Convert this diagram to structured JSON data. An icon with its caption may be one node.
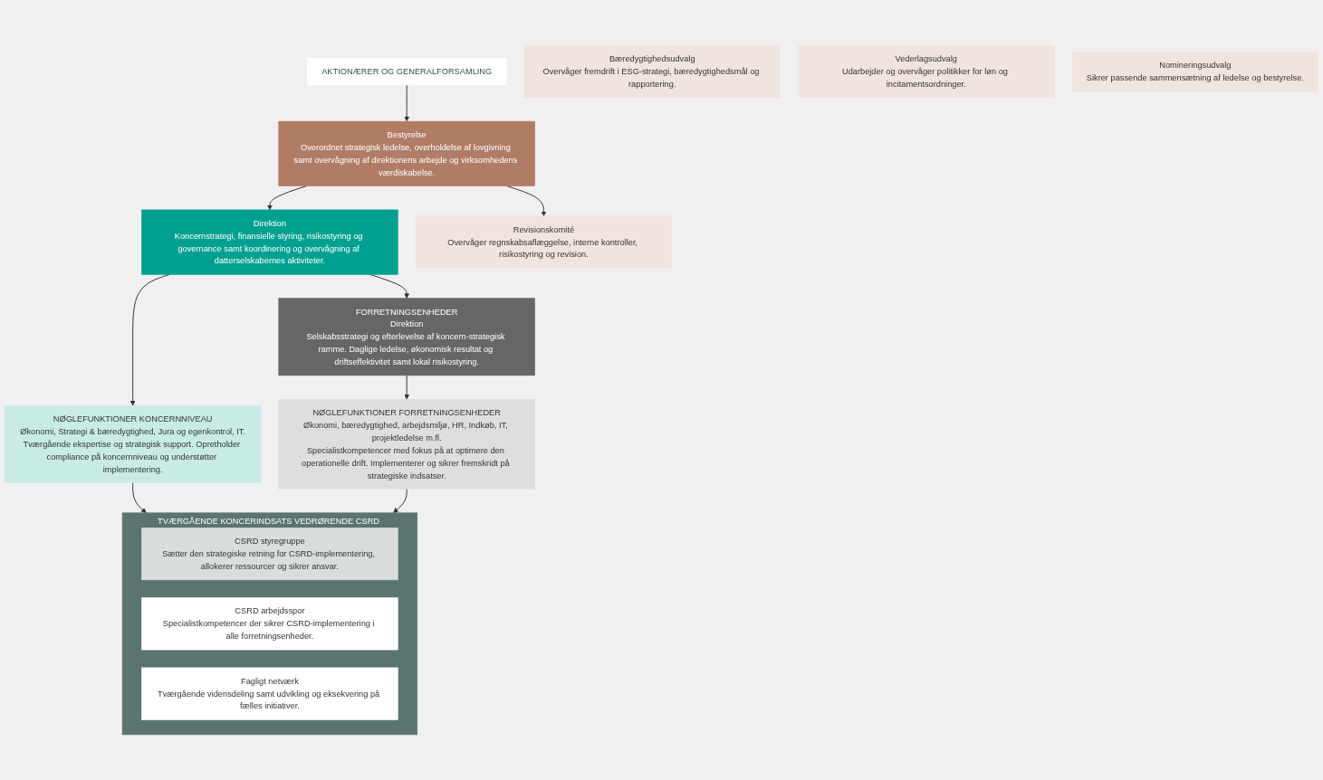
{
  "diagram": {
    "nodes": [
      {
        "text": [
          "AKTIONÆRER OG GENERALFORSAMLING"
        ]
      },
      {
        "text": [
          "Bestyrelse",
          "Overordnet strategisk ledelse, overholdelse af lovgivning samt overvågning af direktionens arbejde og virksomhedens værdiskabelse."
        ]
      },
      {
        "text": [
          "Direktion",
          "Koncernstrategi, finansielle styring, risikostyring og governance samt koordinering og overvågning af datterselskabernes aktiviteter."
        ]
      },
      {
        "text": [
          "FORRETNINGSENHEDER",
          "Direktion",
          "Selskabsstrategi og efterlevelse af koncern-strategisk ramme. Daglige ledelse, økonomisk resultat og driftseffektivitet samt lokal risikostyring."
        ]
      },
      {
        "text": [
          "NØGLEFUNKTIONER KONCERNNIVEAU",
          "Økonomi, Strategi & bæredygtighed, Jura og egenkontrol, IT.",
          "Tværgående ekspertise og strategisk support. Opretholder compliance på koncernniveau og understøtter implementering."
        ]
      },
      {
        "text": [
          "NØGLEFUNKTIONER FORRETNINGSENHEDER",
          "Økonomi, bæredygtighed, arbejdsmiljø, HR, Indkøb, IT, projektledelse m.fl.",
          "Specialistkompetencer med fokus på at optimere den operationelle drift. Implementerer og sikrer fremskridt på strategiske indsatser."
        ]
      },
      {
        "text": [
          "Revisionskomité",
          "Overvåger regnskabsaflæggelse, interne kontroller, risikostyring og revision."
        ]
      },
      {
        "text": [
          "Bæredygtighedsudvalg",
          "Overvåger fremdrift i ESG-strategi, bæredygtighedsmål og rapportering."
        ]
      },
      {
        "text": [
          "Vederlagsudvalg",
          "Udarbejder og overvåger politikker for løn og incitamentsordninger."
        ]
      },
      {
        "text": [
          "Nomineringsudvalg",
          "Sikrer passende sammensætning af ledelse og bestyrelse."
        ]
      },
      {
        "text": [
          "TVÆRGÅENDE KONCERINDSATS VEDRØRENDE CSRD"
        ]
      },
      {
        "text": [
          "CSRD styregruppe",
          "Sætter den strategiske retning for CSRD-implementering, allokerer ressourcer og sikrer ansvar."
        ],
        "in": 10
      },
      {
        "text": [
          "CSRD arbejdsspor",
          "Specialistkompetencer der sikrer CSRD-implementering i alle forretningsenheder."
        ],
        "in": 10
      },
      {
        "text": [
          "Fagligt netværk",
          "Tværgående vidensdeling samt udvikling og eksekvering på fælles initiativer."
        ],
        "in": 10
      }
    ],
    "edges": [
      {
        "from": 0,
        "to": 1,
        "arrow": "to"
      },
      {
        "from": 1,
        "to": 2,
        "arrow": "to"
      },
      {
        "from": 2,
        "to": 3,
        "arrow": "to"
      },
      {
        "from": 1,
        "to": 6,
        "arrow": "to"
      },
      {
        "from": 2,
        "to": 4,
        "arrow": "to"
      },
      {
        "from": 3,
        "to": 5,
        "arrow": "to"
      },
      {
        "from": 4,
        "to": 10,
        "arrow": "to"
      },
      {
        "from": 5,
        "to": 10,
        "arrow": "to"
      }
    ]
  }
}
